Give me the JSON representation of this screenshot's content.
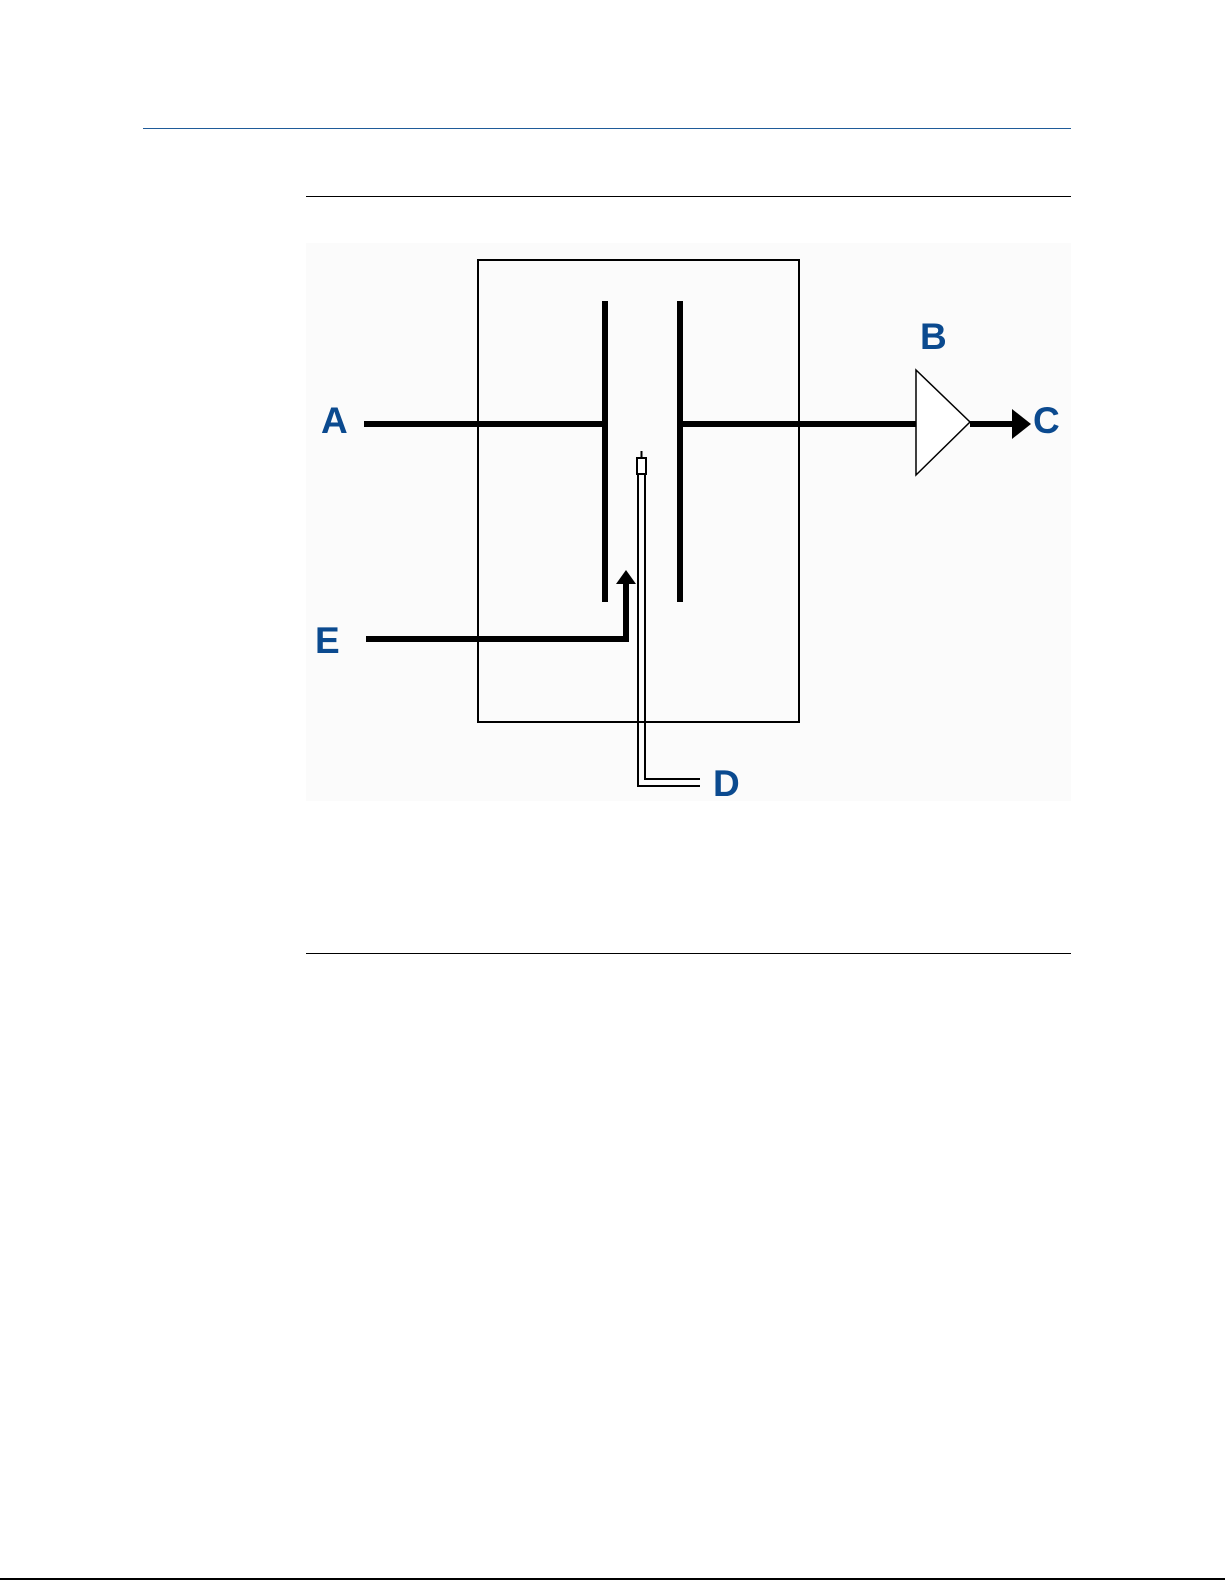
{
  "diagram": {
    "label_color": "#0b4a8f",
    "labels": {
      "a": "A",
      "b": "B",
      "c": "C",
      "d": "D",
      "e": "E"
    }
  },
  "colors": {
    "header_rule": "#1f5b99",
    "line": "#000000"
  }
}
